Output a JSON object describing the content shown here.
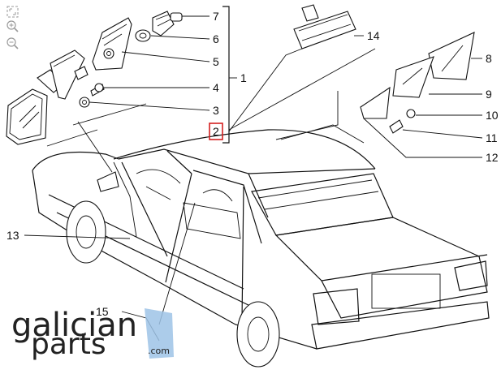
{
  "viewer": {
    "tools": [
      {
        "name": "fit-icon"
      },
      {
        "name": "zoom-in-icon"
      },
      {
        "name": "zoom-out-icon"
      }
    ]
  },
  "callouts": [
    {
      "label": "7"
    },
    {
      "label": "6"
    },
    {
      "label": "5"
    },
    {
      "label": "4"
    },
    {
      "label": "3"
    },
    {
      "label": "1"
    },
    {
      "label": "2",
      "highlight_color": "#d42020"
    },
    {
      "label": "14"
    },
    {
      "label": "8"
    },
    {
      "label": "9"
    },
    {
      "label": "10"
    },
    {
      "label": "11"
    },
    {
      "label": "12"
    },
    {
      "label": "13"
    },
    {
      "label": "15"
    }
  ],
  "logo": {
    "line1": "galician",
    "line2": "parts",
    "suffix": ".com",
    "accent_color": "#9ec3e6"
  },
  "colors": {
    "ink": "#111111",
    "highlight": "#d42020"
  }
}
